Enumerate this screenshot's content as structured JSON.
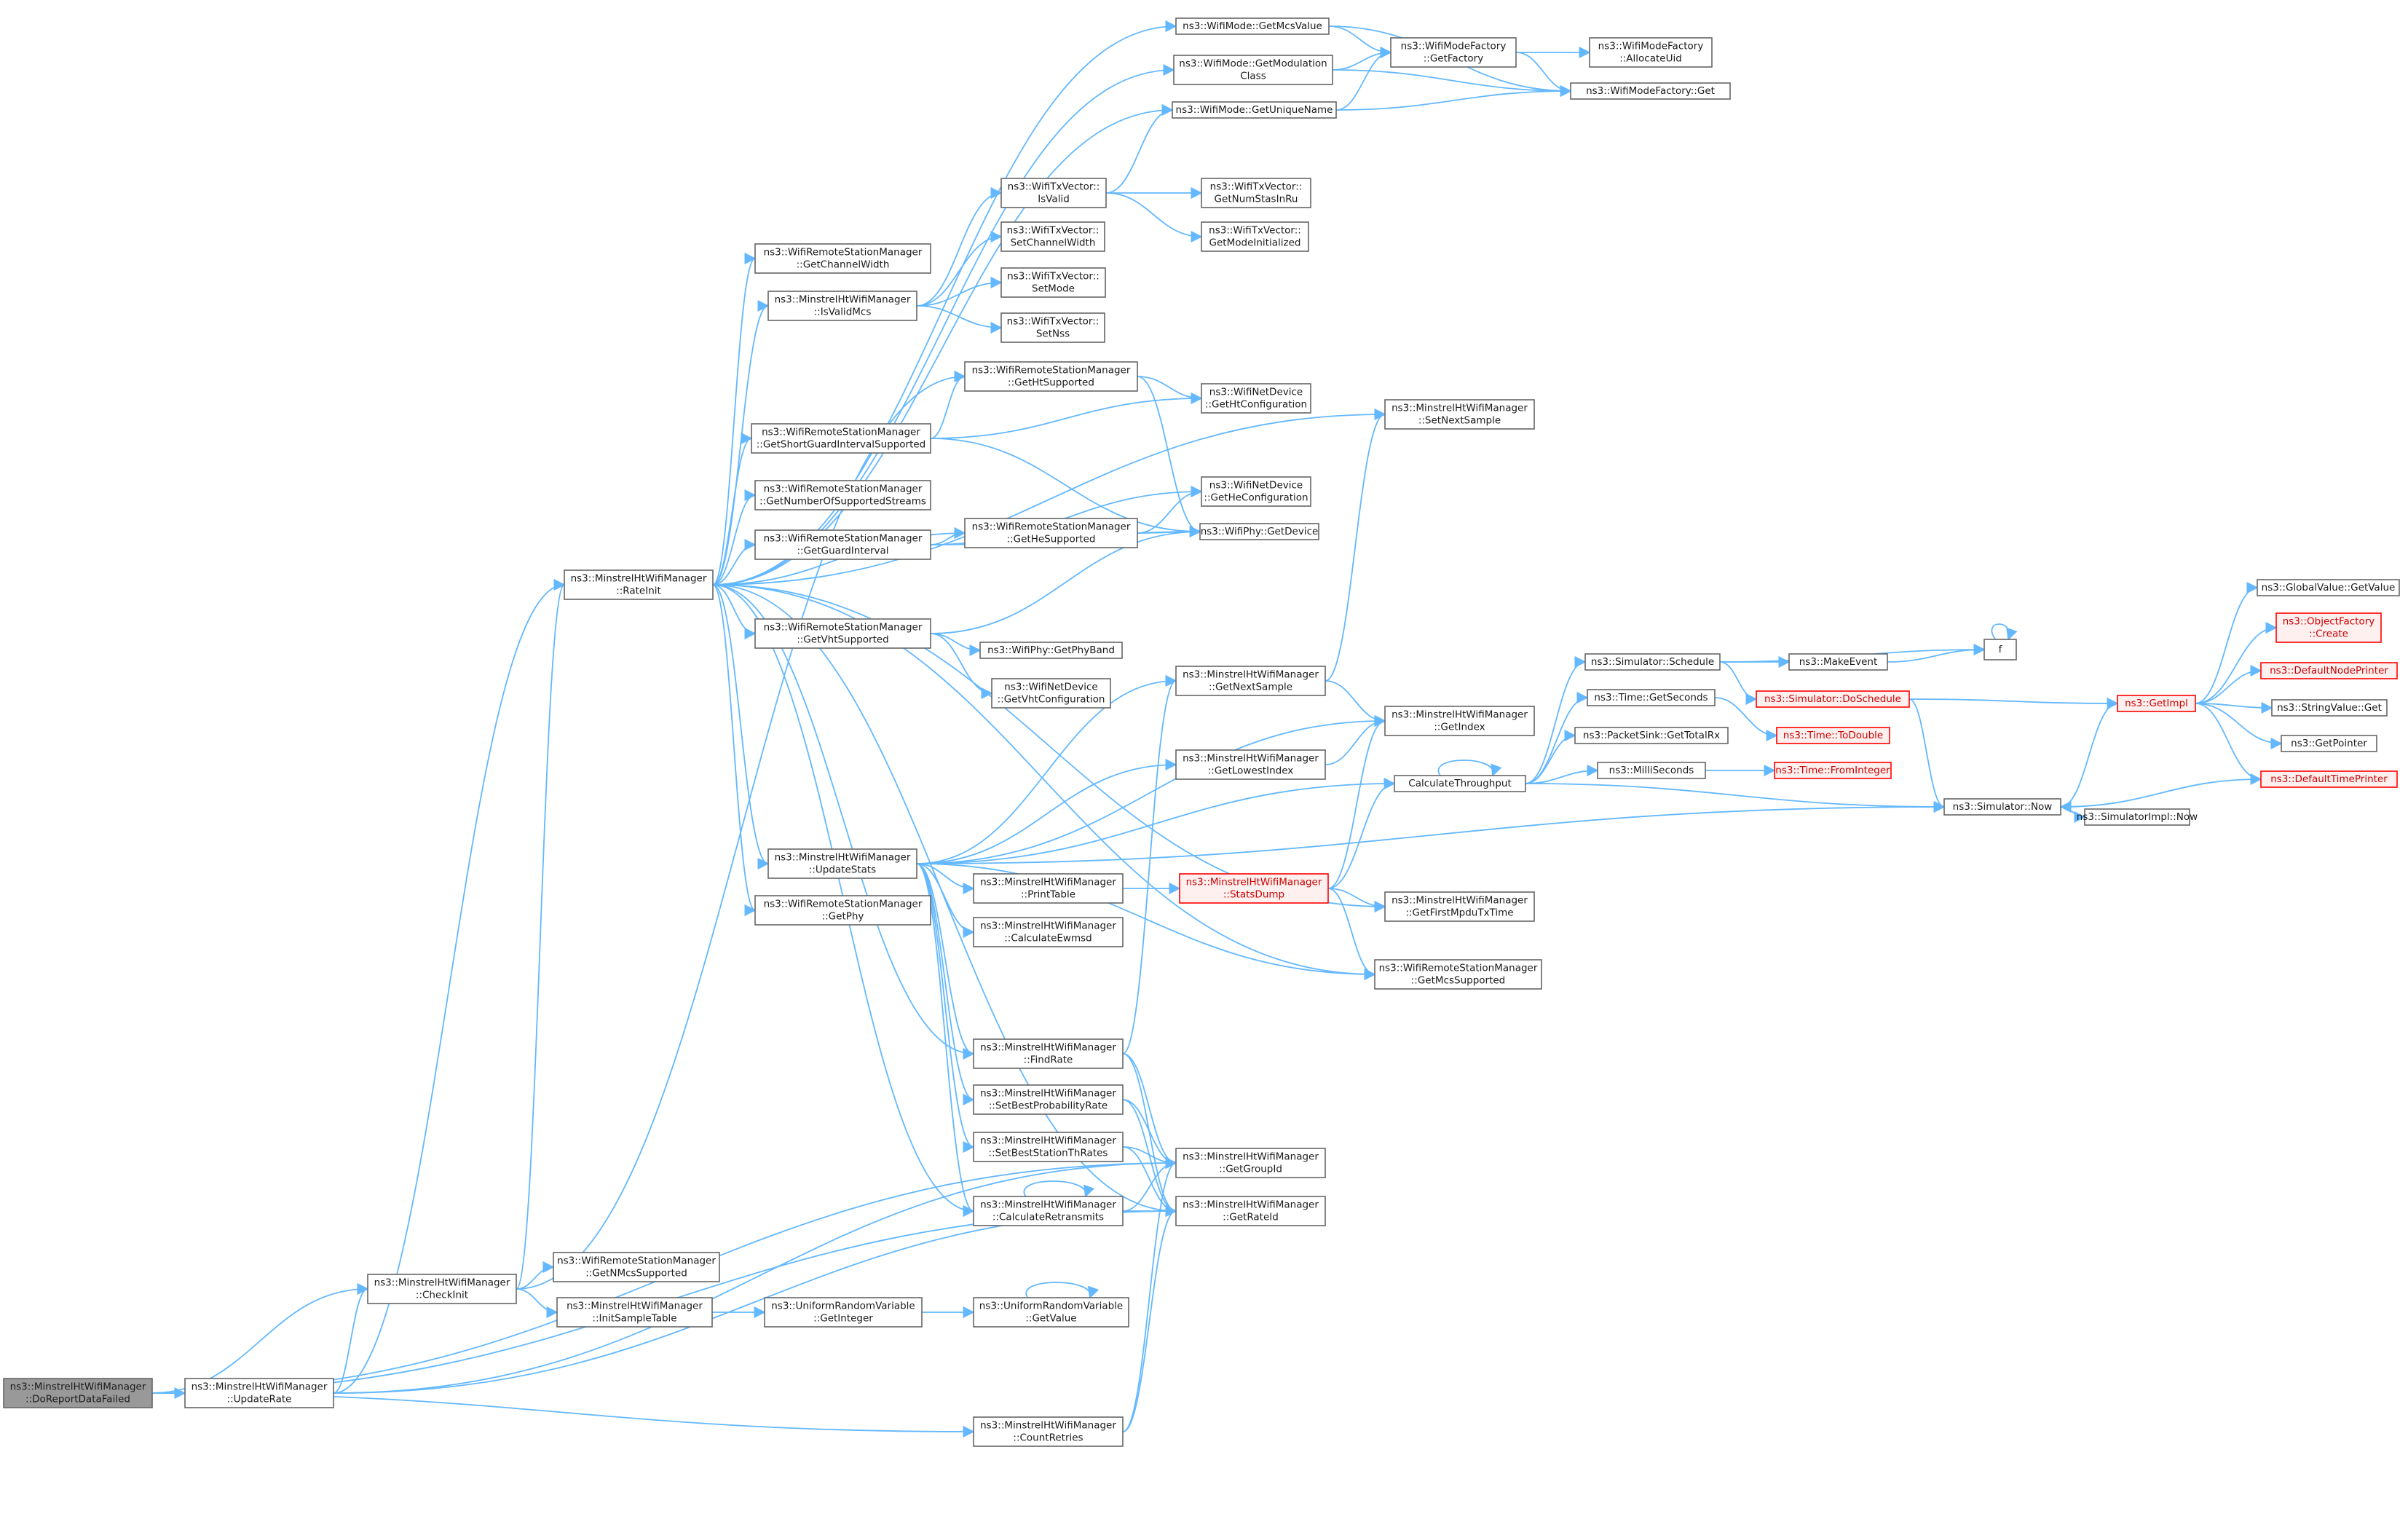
{
  "colors": {
    "edge": "#63b8ff",
    "node_border": "#666666",
    "node_text": "#1a1a1a",
    "node_fill": "#ffffff",
    "focus_fill": "#999999",
    "focus_border": "#666666",
    "truncated_border": "#ff0000",
    "truncated_fill": "#fff0f0",
    "truncated_text": "#cc0000"
  },
  "nodes": [
    {
      "id": "focus",
      "lines": [
        "ns3::MinstrelHtWifiManager",
        "::DoReportDataFailed"
      ],
      "style": "focus"
    },
    {
      "id": "checkinit",
      "lines": [
        "ns3::MinstrelHtWifiManager",
        "::CheckInit"
      ]
    },
    {
      "id": "updaterate",
      "lines": [
        "ns3::MinstrelHtWifiManager",
        "::UpdateRate"
      ]
    },
    {
      "id": "rateinit",
      "lines": [
        "ns3::MinstrelHtWifiManager",
        "::RateInit"
      ]
    },
    {
      "id": "getnmcs",
      "lines": [
        "ns3::WifiRemoteStationManager",
        "::GetNMcsSupported"
      ]
    },
    {
      "id": "initsample",
      "lines": [
        "ns3::MinstrelHtWifiManager",
        "::InitSampleTable"
      ]
    },
    {
      "id": "urvint",
      "lines": [
        "ns3::UniformRandomVariable",
        "::GetInteger"
      ]
    },
    {
      "id": "urvval",
      "lines": [
        "ns3::UniformRandomVariable",
        "::GetValue"
      ]
    },
    {
      "id": "countretries",
      "lines": [
        "ns3::MinstrelHtWifiManager",
        "::CountRetries"
      ]
    },
    {
      "id": "getmcsvalue",
      "lines": [
        "ns3::WifiMode::GetMcsValue"
      ]
    },
    {
      "id": "getmodclass",
      "lines": [
        "ns3::WifiMode::GetModulation",
        "Class"
      ]
    },
    {
      "id": "getuniquename",
      "lines": [
        "ns3::WifiMode::GetUniqueName"
      ]
    },
    {
      "id": "mfgetfactory",
      "lines": [
        "ns3::WifiModeFactory",
        "::GetFactory"
      ]
    },
    {
      "id": "mfallocuid",
      "lines": [
        "ns3::WifiModeFactory",
        "::AllocateUid"
      ]
    },
    {
      "id": "mfget",
      "lines": [
        "ns3::WifiModeFactory::Get"
      ]
    },
    {
      "id": "txisvalid",
      "lines": [
        "ns3::WifiTxVector::",
        "IsValid"
      ]
    },
    {
      "id": "txnumsta",
      "lines": [
        "ns3::WifiTxVector::",
        "GetNumStasInRu"
      ]
    },
    {
      "id": "txmodeinit",
      "lines": [
        "ns3::WifiTxVector::",
        "GetModeInitialized"
      ]
    },
    {
      "id": "txsetcw",
      "lines": [
        "ns3::WifiTxVector::",
        "SetChannelWidth"
      ]
    },
    {
      "id": "txsetmode",
      "lines": [
        "ns3::WifiTxVector::",
        "SetMode"
      ]
    },
    {
      "id": "txsetnss",
      "lines": [
        "ns3::WifiTxVector::",
        "SetNss"
      ]
    },
    {
      "id": "getchwidth",
      "lines": [
        "ns3::WifiRemoteStationManager",
        "::GetChannelWidth"
      ]
    },
    {
      "id": "isvalidmcs",
      "lines": [
        "ns3::MinstrelHtWifiManager",
        "::IsValidMcs"
      ]
    },
    {
      "id": "gethtsup",
      "lines": [
        "ns3::WifiRemoteStationManager",
        "::GetHtSupported"
      ]
    },
    {
      "id": "nethtconf",
      "lines": [
        "ns3::WifiNetDevice",
        "::GetHtConfiguration"
      ]
    },
    {
      "id": "setnextsample",
      "lines": [
        "ns3::MinstrelHtWifiManager",
        "::SetNextSample"
      ]
    },
    {
      "id": "getsgi",
      "lines": [
        "ns3::WifiRemoteStationManager",
        "::GetShortGuardIntervalSupported"
      ]
    },
    {
      "id": "getnumstreams",
      "lines": [
        "ns3::WifiRemoteStationManager",
        "::GetNumberOfSupportedStreams"
      ]
    },
    {
      "id": "getgi",
      "lines": [
        "ns3::WifiRemoteStationManager",
        "::GetGuardInterval"
      ]
    },
    {
      "id": "gethesup",
      "lines": [
        "ns3::WifiRemoteStationManager",
        "::GetHeSupported"
      ]
    },
    {
      "id": "nethecconf",
      "lines": [
        "ns3::WifiNetDevice",
        "::GetHeConfiguration"
      ]
    },
    {
      "id": "phygetdev",
      "lines": [
        "ns3::WifiPhy::GetDevice"
      ]
    },
    {
      "id": "getvhtsup",
      "lines": [
        "ns3::WifiRemoteStationManager",
        "::GetVhtSupported"
      ]
    },
    {
      "id": "phyband",
      "lines": [
        "ns3::WifiPhy::GetPhyBand"
      ]
    },
    {
      "id": "netvhtconf",
      "lines": [
        "ns3::WifiNetDevice",
        "::GetVhtConfiguration"
      ]
    },
    {
      "id": "getnextsample",
      "lines": [
        "ns3::MinstrelHtWifiManager",
        "::GetNextSample"
      ]
    },
    {
      "id": "getindex",
      "lines": [
        "ns3::MinstrelHtWifiManager",
        "::GetIndex"
      ]
    },
    {
      "id": "getlowest",
      "lines": [
        "ns3::MinstrelHtWifiManager",
        "::GetLowestIndex"
      ]
    },
    {
      "id": "updatestats",
      "lines": [
        "ns3::MinstrelHtWifiManager",
        "::UpdateStats"
      ]
    },
    {
      "id": "getphy",
      "lines": [
        "ns3::WifiRemoteStationManager",
        "::GetPhy"
      ]
    },
    {
      "id": "printtable",
      "lines": [
        "ns3::MinstrelHtWifiManager",
        "::PrintTable"
      ]
    },
    {
      "id": "statsdump",
      "lines": [
        "ns3::MinstrelHtWifiManager",
        "::StatsDump"
      ],
      "style": "truncated"
    },
    {
      "id": "calcewmsd",
      "lines": [
        "ns3::MinstrelHtWifiManager",
        "::CalculateEwmsd"
      ]
    },
    {
      "id": "getfirstmpdu",
      "lines": [
        "ns3::MinstrelHtWifiManager",
        "::GetFirstMpduTxTime"
      ]
    },
    {
      "id": "getmcssup",
      "lines": [
        "ns3::WifiRemoteStationManager",
        "::GetMcsSupported"
      ]
    },
    {
      "id": "findrate",
      "lines": [
        "ns3::MinstrelHtWifiManager",
        "::FindRate"
      ]
    },
    {
      "id": "setbestprob",
      "lines": [
        "ns3::MinstrelHtWifiManager",
        "::SetBestProbabilityRate"
      ]
    },
    {
      "id": "setbestth",
      "lines": [
        "ns3::MinstrelHtWifiManager",
        "::SetBestStationThRates"
      ]
    },
    {
      "id": "calcretrans",
      "lines": [
        "ns3::MinstrelHtWifiManager",
        "::CalculateRetransmits"
      ]
    },
    {
      "id": "getgroupid",
      "lines": [
        "ns3::MinstrelHtWifiManager",
        "::GetGroupId"
      ]
    },
    {
      "id": "getrateid",
      "lines": [
        "ns3::MinstrelHtWifiManager",
        "::GetRateId"
      ]
    },
    {
      "id": "calcthroughput",
      "lines": [
        "CalculateThroughput"
      ]
    },
    {
      "id": "simschedule",
      "lines": [
        "ns3::Simulator::Schedule"
      ]
    },
    {
      "id": "makeevent",
      "lines": [
        "ns3::MakeEvent"
      ]
    },
    {
      "id": "f",
      "lines": [
        "f"
      ]
    },
    {
      "id": "simdoschedule",
      "lines": [
        "ns3::Simulator::DoSchedule"
      ],
      "style": "truncated"
    },
    {
      "id": "timegetsec",
      "lines": [
        "ns3::Time::GetSeconds"
      ]
    },
    {
      "id": "timetodouble",
      "lines": [
        "ns3::Time::ToDouble"
      ],
      "style": "truncated"
    },
    {
      "id": "packetsink",
      "lines": [
        "ns3::PacketSink::GetTotalRx"
      ]
    },
    {
      "id": "milliseconds",
      "lines": [
        "ns3::MilliSeconds"
      ]
    },
    {
      "id": "timefromint",
      "lines": [
        "ns3::Time::FromInteger"
      ],
      "style": "truncated"
    },
    {
      "id": "simnow",
      "lines": [
        "ns3::Simulator::Now"
      ]
    },
    {
      "id": "simimplnow",
      "lines": [
        "ns3::SimulatorImpl::Now"
      ]
    },
    {
      "id": "getimpl",
      "lines": [
        "ns3::GetImpl"
      ],
      "style": "truncated"
    },
    {
      "id": "globalvalue",
      "lines": [
        "ns3::GlobalValue::GetValue"
      ]
    },
    {
      "id": "objfactory",
      "lines": [
        "ns3::ObjectFactory",
        "::Create"
      ],
      "style": "truncated"
    },
    {
      "id": "defnodeprinter",
      "lines": [
        "ns3::DefaultNodePrinter"
      ],
      "style": "truncated"
    },
    {
      "id": "stringvalue",
      "lines": [
        "ns3::StringValue::Get"
      ]
    },
    {
      "id": "getpointer",
      "lines": [
        "ns3::GetPointer"
      ]
    },
    {
      "id": "deftimeprinter",
      "lines": [
        "ns3::DefaultTimePrinter"
      ],
      "style": "truncated"
    }
  ],
  "edges": [
    [
      "focus",
      "checkinit"
    ],
    [
      "focus",
      "updaterate"
    ],
    [
      "focus",
      "countretries"
    ],
    [
      "focus",
      "getgroupid"
    ],
    [
      "focus",
      "getrateid"
    ],
    [
      "checkinit",
      "rateinit"
    ],
    [
      "checkinit",
      "getnmcs"
    ],
    [
      "checkinit",
      "initsample"
    ],
    [
      "checkinit",
      "gethtsup"
    ],
    [
      "initsample",
      "urvint"
    ],
    [
      "urvint",
      "urvval"
    ],
    [
      "urvval",
      "urvval"
    ],
    [
      "updaterate",
      "rateinit"
    ],
    [
      "updaterate",
      "checkinit"
    ],
    [
      "updaterate",
      "getgroupid"
    ],
    [
      "updaterate",
      "getrateid"
    ],
    [
      "countretries",
      "getgroupid"
    ],
    [
      "countretries",
      "getrateid"
    ],
    [
      "rateinit",
      "getmcsvalue"
    ],
    [
      "rateinit",
      "getmodclass"
    ],
    [
      "rateinit",
      "getuniquename"
    ],
    [
      "rateinit",
      "getchwidth"
    ],
    [
      "rateinit",
      "isvalidmcs"
    ],
    [
      "rateinit",
      "setnextsample"
    ],
    [
      "rateinit",
      "getsgi"
    ],
    [
      "rateinit",
      "getnumstreams"
    ],
    [
      "rateinit",
      "getgi"
    ],
    [
      "rateinit",
      "gethesup"
    ],
    [
      "rateinit",
      "getvhtsup"
    ],
    [
      "rateinit",
      "updatestats"
    ],
    [
      "rateinit",
      "getphy"
    ],
    [
      "rateinit",
      "getfirstmpdu"
    ],
    [
      "rateinit",
      "getmcssup"
    ],
    [
      "rateinit",
      "findrate"
    ],
    [
      "rateinit",
      "calcretrans"
    ],
    [
      "rateinit",
      "getrateid"
    ],
    [
      "getmcsvalue",
      "mfgetfactory"
    ],
    [
      "getmcsvalue",
      "mfget"
    ],
    [
      "getmodclass",
      "mfgetfactory"
    ],
    [
      "getmodclass",
      "mfget"
    ],
    [
      "getuniquename",
      "mfgetfactory"
    ],
    [
      "getuniquename",
      "mfget"
    ],
    [
      "mfgetfactory",
      "mfallocuid"
    ],
    [
      "mfgetfactory",
      "mfget"
    ],
    [
      "isvalidmcs",
      "txisvalid"
    ],
    [
      "isvalidmcs",
      "txsetcw"
    ],
    [
      "isvalidmcs",
      "txsetmode"
    ],
    [
      "isvalidmcs",
      "txsetnss"
    ],
    [
      "txisvalid",
      "getuniquename"
    ],
    [
      "txisvalid",
      "txnumsta"
    ],
    [
      "txisvalid",
      "txmodeinit"
    ],
    [
      "gethtsup",
      "nethtconf"
    ],
    [
      "gethtsup",
      "phygetdev"
    ],
    [
      "getsgi",
      "gethtsup"
    ],
    [
      "getsgi",
      "nethtconf"
    ],
    [
      "getsgi",
      "phygetdev"
    ],
    [
      "getgi",
      "gethesup"
    ],
    [
      "getgi",
      "nethecconf"
    ],
    [
      "getgi",
      "phygetdev"
    ],
    [
      "gethesup",
      "nethecconf"
    ],
    [
      "gethesup",
      "phygetdev"
    ],
    [
      "getvhtsup",
      "phygetdev"
    ],
    [
      "getvhtsup",
      "phyband"
    ],
    [
      "getvhtsup",
      "netvhtconf"
    ],
    [
      "updatestats",
      "getnextsample"
    ],
    [
      "updatestats",
      "getlowest"
    ],
    [
      "updatestats",
      "calcthroughput"
    ],
    [
      "updatestats",
      "simnow"
    ],
    [
      "updatestats",
      "printtable"
    ],
    [
      "updatestats",
      "calcewmsd"
    ],
    [
      "updatestats",
      "getmcssup"
    ],
    [
      "updatestats",
      "findrate"
    ],
    [
      "updatestats",
      "setbestprob"
    ],
    [
      "updatestats",
      "setbestth"
    ],
    [
      "updatestats",
      "calcretrans"
    ],
    [
      "updatestats",
      "getindex"
    ],
    [
      "getnextsample",
      "getindex"
    ],
    [
      "getnextsample",
      "setnextsample"
    ],
    [
      "getlowest",
      "getindex"
    ],
    [
      "printtable",
      "statsdump"
    ],
    [
      "statsdump",
      "getindex"
    ],
    [
      "statsdump",
      "calcthroughput"
    ],
    [
      "statsdump",
      "getfirstmpdu"
    ],
    [
      "statsdump",
      "getmcssup"
    ],
    [
      "findrate",
      "getnextsample"
    ],
    [
      "findrate",
      "getgroupid"
    ],
    [
      "findrate",
      "getrateid"
    ],
    [
      "setbestprob",
      "getgroupid"
    ],
    [
      "setbestprob",
      "getrateid"
    ],
    [
      "setbestth",
      "getgroupid"
    ],
    [
      "setbestth",
      "getrateid"
    ],
    [
      "calcretrans",
      "getgroupid"
    ],
    [
      "calcretrans",
      "getrateid"
    ],
    [
      "calcretrans",
      "calcretrans"
    ],
    [
      "calcthroughput",
      "simschedule"
    ],
    [
      "calcthroughput",
      "timegetsec"
    ],
    [
      "calcthroughput",
      "packetsink"
    ],
    [
      "calcthroughput",
      "milliseconds"
    ],
    [
      "calcthroughput",
      "simnow"
    ],
    [
      "calcthroughput",
      "calcthroughput"
    ],
    [
      "simschedule",
      "makeevent"
    ],
    [
      "simschedule",
      "simdoschedule"
    ],
    [
      "simschedule",
      "f"
    ],
    [
      "makeevent",
      "f"
    ],
    [
      "f",
      "f"
    ],
    [
      "simdoschedule",
      "simnow"
    ],
    [
      "simdoschedule",
      "getimpl"
    ],
    [
      "timegetsec",
      "timetodouble"
    ],
    [
      "milliseconds",
      "timefromint"
    ],
    [
      "simnow",
      "getimpl"
    ],
    [
      "simnow",
      "simimplnow"
    ],
    [
      "getimpl",
      "globalvalue"
    ],
    [
      "getimpl",
      "objfactory"
    ],
    [
      "getimpl",
      "defnodeprinter"
    ],
    [
      "getimpl",
      "stringvalue"
    ],
    [
      "getimpl",
      "getpointer"
    ],
    [
      "getimpl",
      "deftimeprinter"
    ],
    [
      "deftimeprinter",
      "simnow"
    ]
  ]
}
